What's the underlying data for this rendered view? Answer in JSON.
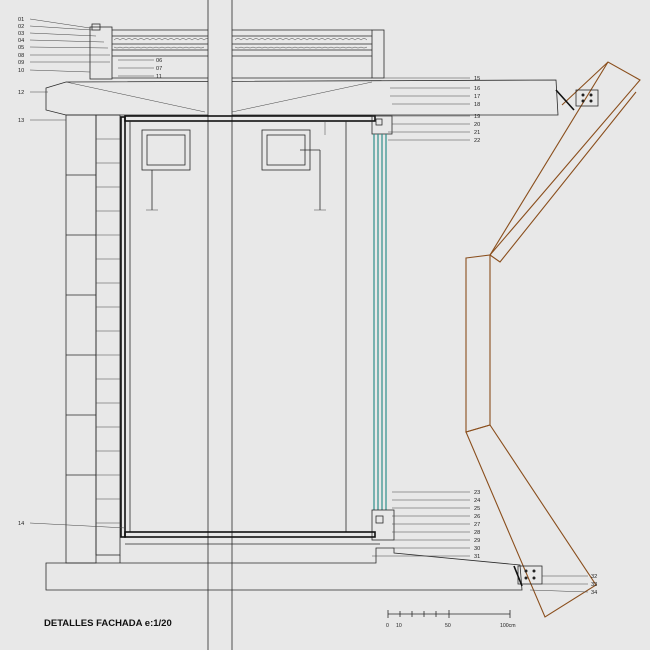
{
  "title": "DETALLES FACHADA e:1/20",
  "callouts_left": [
    "01",
    "02",
    "03",
    "04",
    "05",
    "06",
    "07",
    "08",
    "09",
    "10",
    "11",
    "12",
    "13",
    "14"
  ],
  "callouts_right_top": [
    "15",
    "16",
    "17",
    "18",
    "19",
    "20",
    "21",
    "22"
  ],
  "callouts_right_bottom": [
    "23",
    "24",
    "25",
    "26",
    "27",
    "28",
    "29",
    "30",
    "31"
  ],
  "callouts_far_right": [
    "32",
    "33",
    "34"
  ],
  "scale_bar": {
    "labels": [
      "0",
      "10",
      "50",
      "100cm"
    ]
  },
  "colors": {
    "linework": "#2a2a2a",
    "timber": "#8a4e1c",
    "glass": "#2f8f8a",
    "background": "#e8e8e8"
  }
}
